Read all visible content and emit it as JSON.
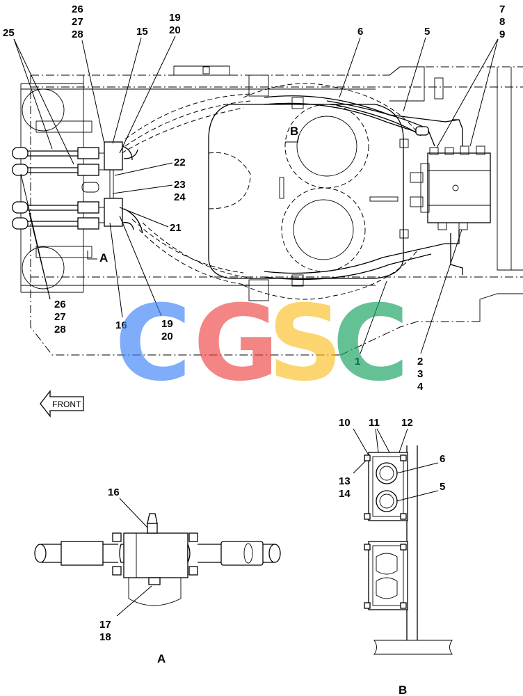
{
  "labels": {
    "l25": "25",
    "l26": "26",
    "l27": "27",
    "l28": "28",
    "l15": "15",
    "l19": "19",
    "l20": "20",
    "l6": "6",
    "l5": "5",
    "l7": "7",
    "l8": "8",
    "l9": "9",
    "l22": "22",
    "l23": "23",
    "l24": "24",
    "l21": "21",
    "l26b": "26",
    "l27b": "27",
    "l28b": "28",
    "l16": "16",
    "l19b": "19",
    "l20b": "20",
    "l1": "1",
    "l2": "2",
    "l3": "3",
    "l4": "4",
    "dA": "16",
    "dA17": "17",
    "dA18": "18",
    "dB10": "10",
    "dB11": "11",
    "dB12": "12",
    "dB13": "13",
    "dB14": "14",
    "dB6": "6",
    "dB5": "5"
  },
  "views": {
    "a_marker": "A",
    "b_marker": "B",
    "view_a": "A",
    "view_b": "B"
  },
  "front_label": "FRONT",
  "watermark": {
    "letters": [
      "C",
      "G",
      "S",
      "C"
    ],
    "colors": [
      "#3b82f6",
      "#ef4444",
      "#fbbf24",
      "#10a15e"
    ]
  }
}
